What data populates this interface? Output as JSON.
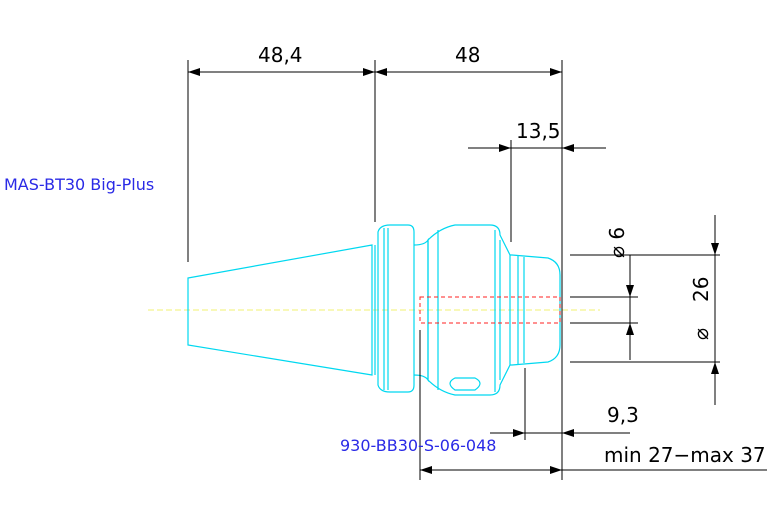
{
  "drawing": {
    "holder_spec": "MAS-BT30 Big-Plus",
    "part_number": "930-BB30-S-06-048",
    "dimensions": {
      "taper_length": "48,4",
      "body_length": "48",
      "nose_length": "13,5",
      "bore_diameter": "⌀ 6",
      "outer_diameter": "⌀ 26",
      "outer_diameter_value": "26",
      "min_clamp": "9,3",
      "clamp_range": "min 27−max 37"
    }
  },
  "colors": {
    "outline": "#00d8f0",
    "centerline": "#f0f070",
    "hidden_bore": "#ff2020",
    "dimension": "#000000",
    "label": "#2a2ae6"
  }
}
